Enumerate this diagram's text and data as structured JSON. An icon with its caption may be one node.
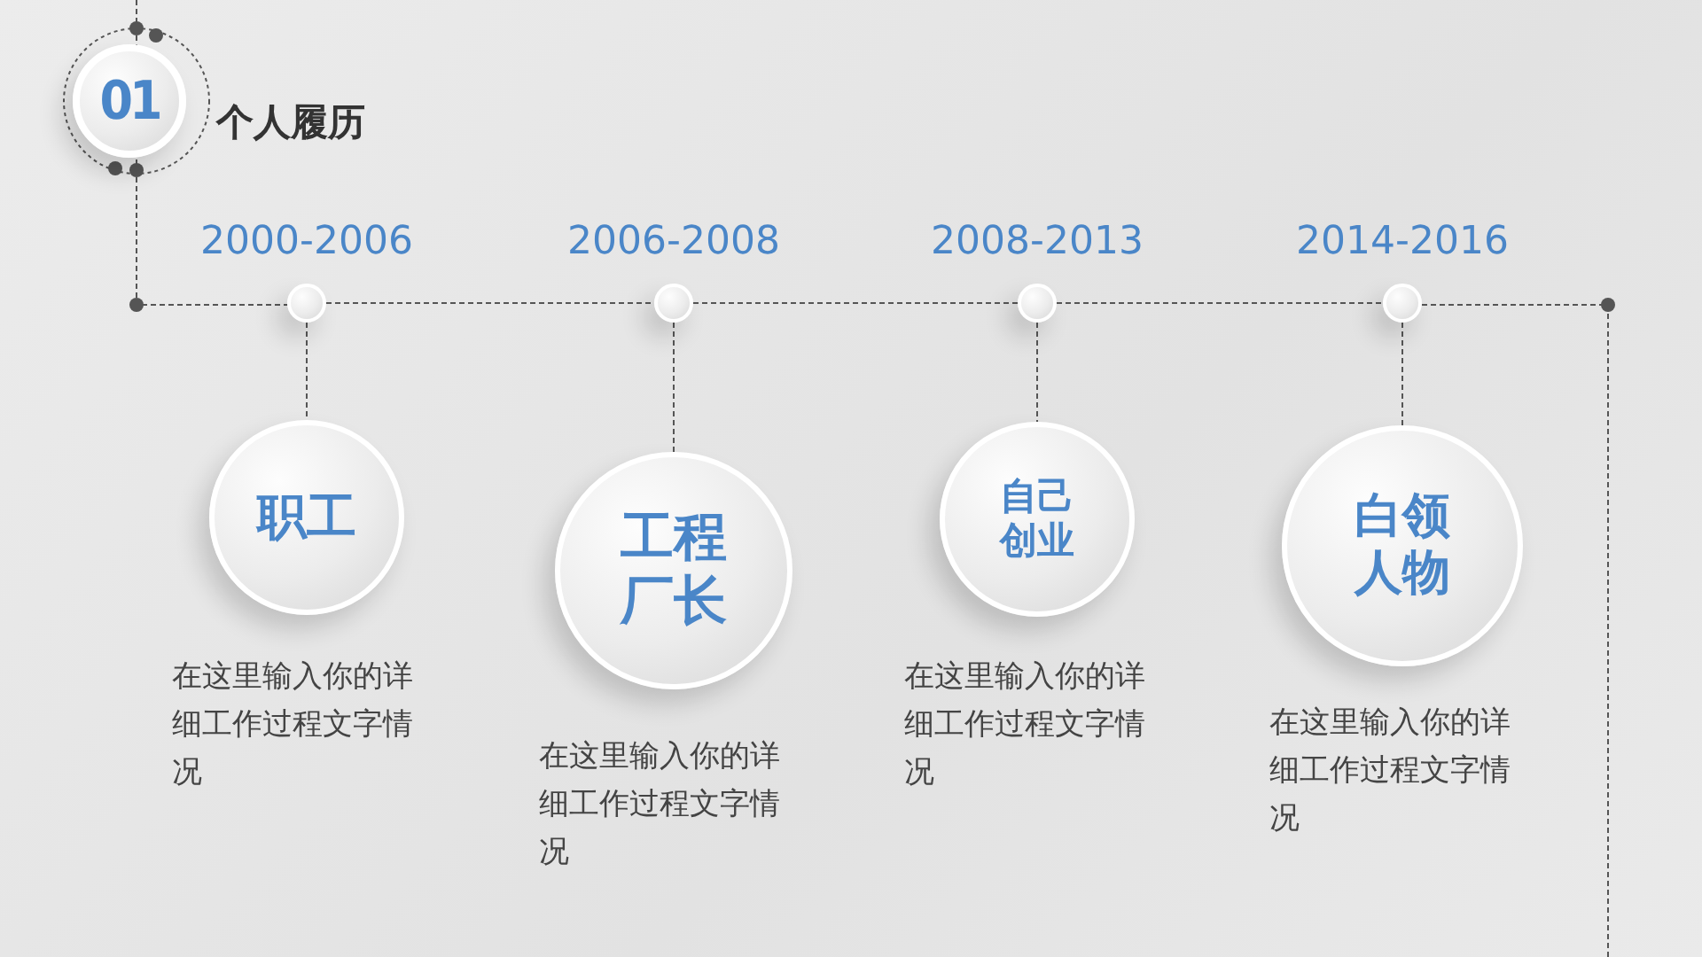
{
  "diagram": {
    "title": "个人履历",
    "nodes": [
      {
        "text": [
          "01"
        ]
      },
      {
        "text": [],
        "shape": "circle",
        "beside": [
          "2000-2006"
        ]
      },
      {
        "text": [],
        "shape": "circle",
        "beside": [
          "2006-2008"
        ]
      },
      {
        "text": [],
        "shape": "circle",
        "beside": [
          "2008-2013"
        ]
      },
      {
        "text": [],
        "shape": "circle",
        "beside": [
          "2014-2016"
        ]
      },
      {
        "text": [
          "职工"
        ],
        "beside": [
          "在这里输入你的详细工作过程文字情况"
        ]
      },
      {
        "text": [
          "工程厂长"
        ],
        "beside": [
          "在这里输入你的详细工作过程文字情况"
        ]
      },
      {
        "text": [
          "自己创业"
        ],
        "beside": [
          "在这里输入你的详细工作过程文字情况"
        ]
      },
      {
        "text": [
          "白领人物"
        ],
        "beside": [
          "在这里输入你的详细工作过程文字情况"
        ]
      }
    ],
    "edges": [
      {
        "from": 1,
        "to": 2,
        "arrow": "none",
        "style": "dashed"
      },
      {
        "from": 2,
        "to": 3,
        "arrow": "none",
        "style": "dashed"
      },
      {
        "from": 3,
        "to": 4,
        "arrow": "none",
        "style": "dashed"
      },
      {
        "from": 1,
        "to": 5,
        "arrow": "none",
        "style": "dashed"
      },
      {
        "from": 2,
        "to": 6,
        "arrow": "none",
        "style": "dashed"
      },
      {
        "from": 3,
        "to": 7,
        "arrow": "none",
        "style": "dashed"
      },
      {
        "from": 4,
        "to": 8,
        "arrow": "none",
        "style": "dashed"
      }
    ]
  }
}
